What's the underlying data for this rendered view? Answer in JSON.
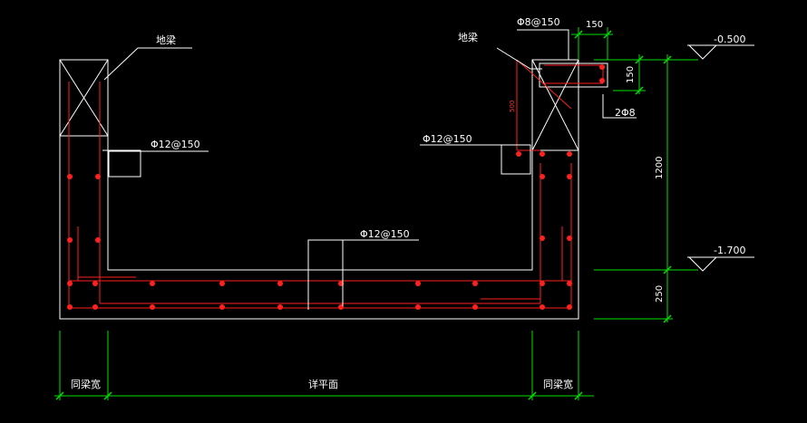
{
  "labels": {
    "beam_left": "地梁",
    "beam_right": "地梁",
    "rebar_left_wall": "Φ12@150",
    "rebar_right_wall": "Φ12@150",
    "rebar_bottom": "Φ12@150",
    "stirrup": "Φ8@150",
    "dim_150_top": "150",
    "dim_150_side": "150",
    "dim_500": "500",
    "bars_2phi8": "2Φ8",
    "elev_top": "-0.500",
    "elev_bottom": "-1.700",
    "dim_1200": "1200",
    "dim_250": "250",
    "width_left": "同梁宽",
    "width_mid": "详平面",
    "width_right": "同梁宽"
  },
  "colors": {
    "background": "#000000",
    "outline": "#ffffff",
    "rebar": "#ff2020",
    "dimension": "#00e000",
    "leader": "#ffffff"
  }
}
